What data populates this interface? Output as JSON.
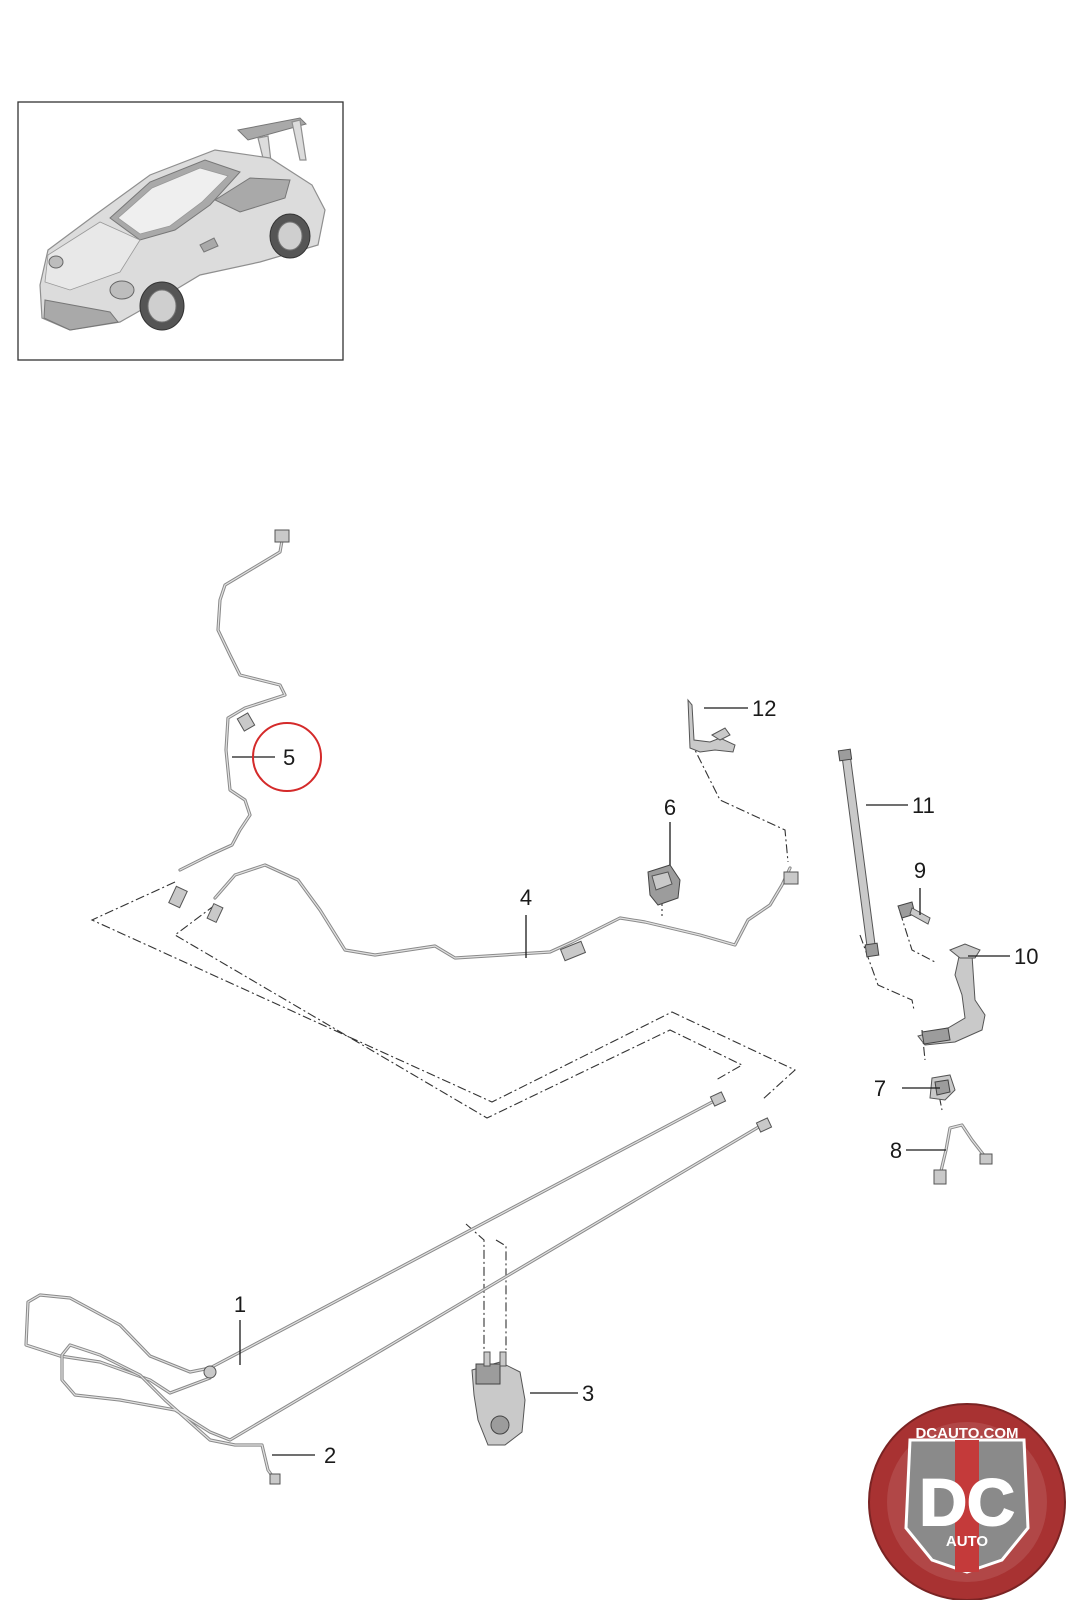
{
  "diagram": {
    "callouts": [
      {
        "id": "1",
        "label": "1"
      },
      {
        "id": "2",
        "label": "2"
      },
      {
        "id": "3",
        "label": "3"
      },
      {
        "id": "4",
        "label": "4"
      },
      {
        "id": "5",
        "label": "5"
      },
      {
        "id": "6",
        "label": "6"
      },
      {
        "id": "7",
        "label": "7"
      },
      {
        "id": "8",
        "label": "8"
      },
      {
        "id": "9",
        "label": "9"
      },
      {
        "id": "10",
        "label": "10"
      },
      {
        "id": "11",
        "label": "11"
      },
      {
        "id": "12",
        "label": "12"
      }
    ],
    "highlighted_callout": "5",
    "highlight_color": "#d42a2a"
  },
  "logo": {
    "top_text": "DCAUTO.COM",
    "initials": "DC",
    "bottom_text": "AUTO",
    "ring_color": "#a83232",
    "badge_color": "#8a8a8a"
  }
}
